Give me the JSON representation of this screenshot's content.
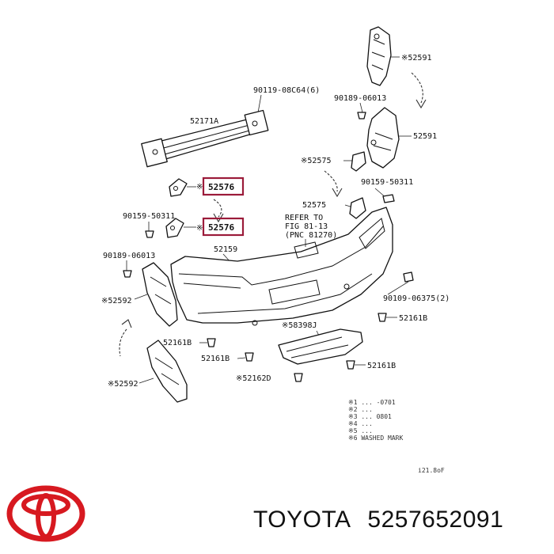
{
  "diagram": {
    "labels": {
      "p52591_top": "※52591",
      "p52591_mid": "52591",
      "p90119": "90119-08C64(6)",
      "p90189_a": "90189-06013",
      "p52171A": "52171A",
      "p52575_a": "※52575",
      "p90159_a": "90159-50311",
      "p52576_a": "52576",
      "p52576_b": "52576",
      "p52575_b": "52575",
      "p90159_b": "90159-50311",
      "refer_1": "REFER TO",
      "refer_2": "FIG 81-13",
      "refer_3": "(PNC 81270)",
      "p52159": "52159",
      "p90189_b": "90189-06013",
      "p90109": "90109-06375(2)",
      "p52592_a": "※52592",
      "p52161B_a": "52161B",
      "p58398J": "※58398J",
      "p52161B_b": "52161B",
      "p52161B_c": "52161B",
      "p52161B_d": "52161B",
      "p52162D": "※52162D",
      "p52592_b": "※52592",
      "note_code": "i21.8oF"
    },
    "notes": [
      "※1 ... -0701",
      "※2 ... ",
      "※3 ... 0801",
      "※4 ... ",
      "※5 ...",
      "※6 WASHED MARK"
    ]
  },
  "brand": {
    "name": "TOYOTA",
    "part_number": "5257652091"
  },
  "colors": {
    "logo_red": "#d71920",
    "highlight": "#9b1b3a"
  }
}
